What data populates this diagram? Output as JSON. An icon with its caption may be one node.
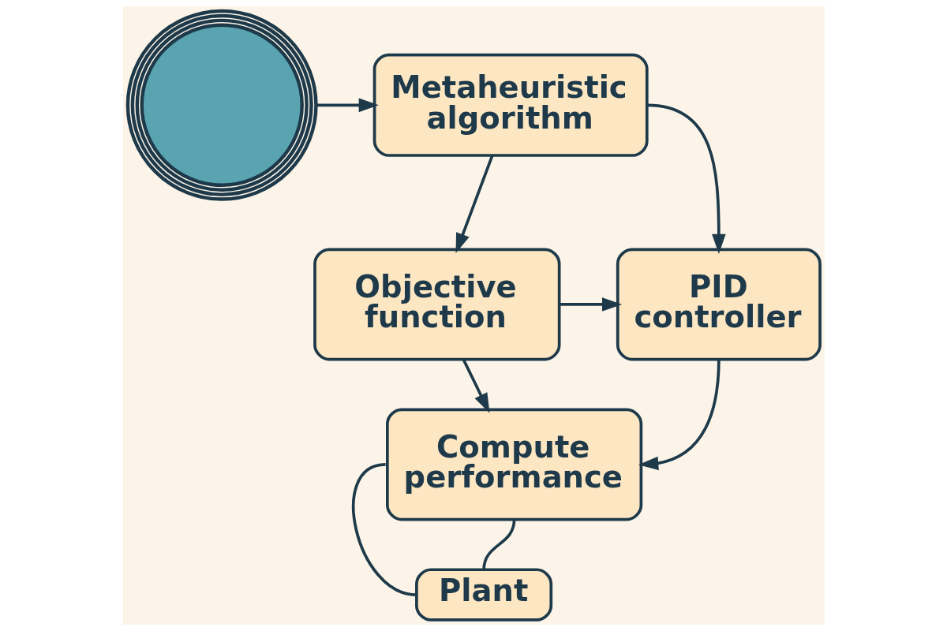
{
  "diagram": {
    "nodes": [
      {
        "text": [],
        "shape": "picture"
      },
      {
        "text": [
          "Metaheuristic algorithm"
        ]
      },
      {
        "text": [
          "Objective function"
        ]
      },
      {
        "text": [
          "PID controller"
        ]
      },
      {
        "text": [
          "Compute performance"
        ]
      },
      {
        "text": [
          "Plant"
        ]
      }
    ],
    "edges": [
      {
        "from": 0,
        "to": 1,
        "arrow": "to"
      },
      {
        "from": 1,
        "to": 2,
        "arrow": "to"
      },
      {
        "from": 1,
        "to": 3,
        "arrow": "to"
      },
      {
        "from": 2,
        "to": 3,
        "arrow": "to"
      },
      {
        "from": 2,
        "to": 4,
        "arrow": "to"
      },
      {
        "from": 3,
        "to": 4,
        "arrow": "to"
      },
      {
        "from": 4,
        "to": 5,
        "arrow": "none"
      },
      {
        "from": 4,
        "to": 5,
        "arrow": "none"
      }
    ]
  }
}
